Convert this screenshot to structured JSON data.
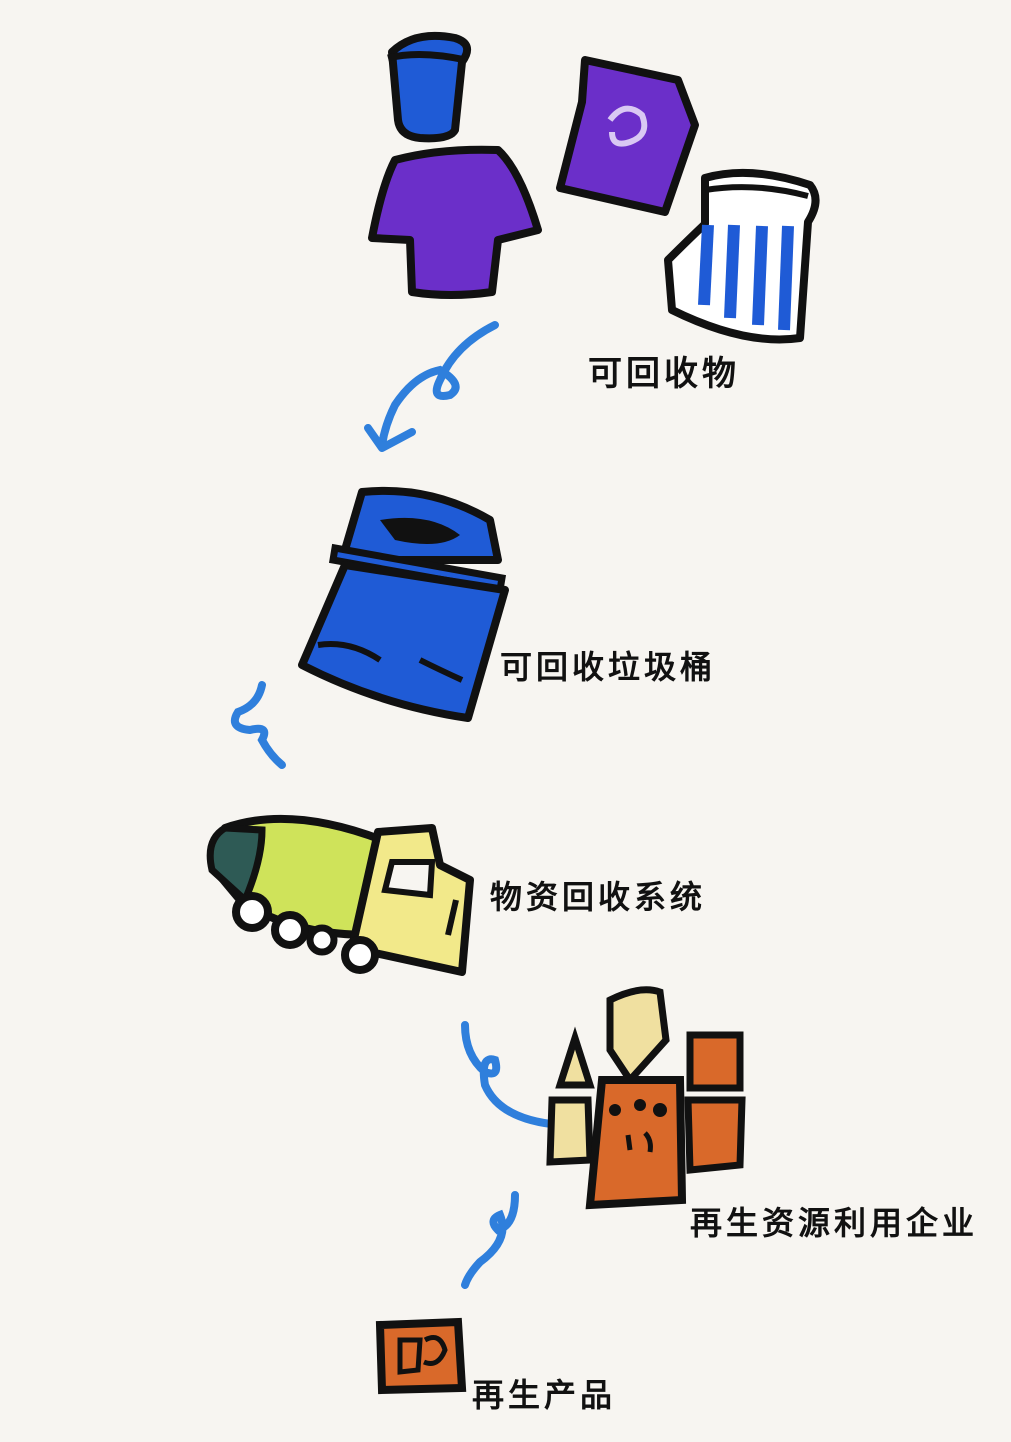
{
  "diagram": {
    "stages": [
      {
        "label": "可回收物"
      },
      {
        "label": "可回收垃圾桶"
      },
      {
        "label": "物资回收系统"
      },
      {
        "label": "再生资源利用企业"
      },
      {
        "label": "再生产品"
      }
    ],
    "icons": {
      "person": "person-icon",
      "package": "recyclable-package-icon",
      "bin": "trash-can-icon",
      "recycle_bin": "recycle-bin-icon",
      "truck": "garbage-truck-icon",
      "factory": "factory-icon",
      "product": "product-box-icon",
      "arrow": "curly-arrow-icon"
    },
    "colors": {
      "blue": "#1f5bd6",
      "purple": "#6b2fc9",
      "arrow": "#2f7fdc",
      "truck_body": "#cfe35a",
      "truck_cab": "#f2e98a",
      "factory_orange": "#d9692a",
      "factory_light": "#f0e0a0",
      "outline": "#111111"
    }
  }
}
